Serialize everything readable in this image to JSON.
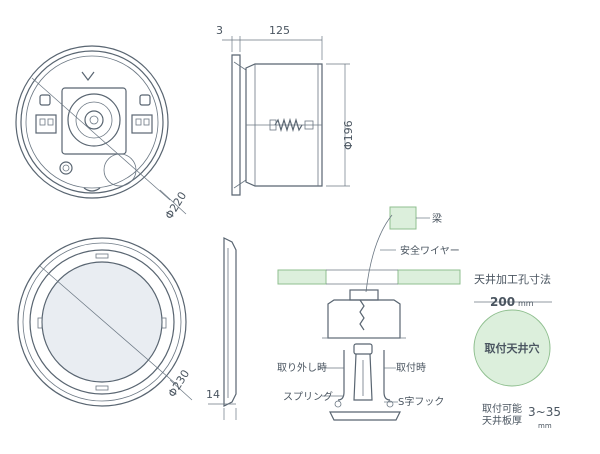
{
  "dimensions": {
    "flange": "3",
    "depth": "125",
    "body_diameter": "Φ196",
    "cutout_diameter_top": "Φ220",
    "grille_diameter": "Φ230",
    "grille_thickness": "14"
  },
  "labels": {
    "beam": "梁",
    "safety_wire": "安全ワイヤー",
    "removal": "取り外し時",
    "mounting": "取付時",
    "spring": "スプリング",
    "s_hook": "S字フック"
  },
  "cutout_panel": {
    "title": "天井加工孔寸法",
    "hole_size": "200",
    "hole_unit": "mm",
    "hole_label": "取付天井穴",
    "thickness_label_line1": "取付可能",
    "thickness_label_line2": "天井板厚",
    "thickness_range": "3~35",
    "thickness_unit": "mm"
  },
  "colors": {
    "line": "#596571",
    "ceiling_green": "#dcefdc",
    "ceiling_green_stroke": "#8fbf8f",
    "grille_fill": "#e9edf2"
  }
}
